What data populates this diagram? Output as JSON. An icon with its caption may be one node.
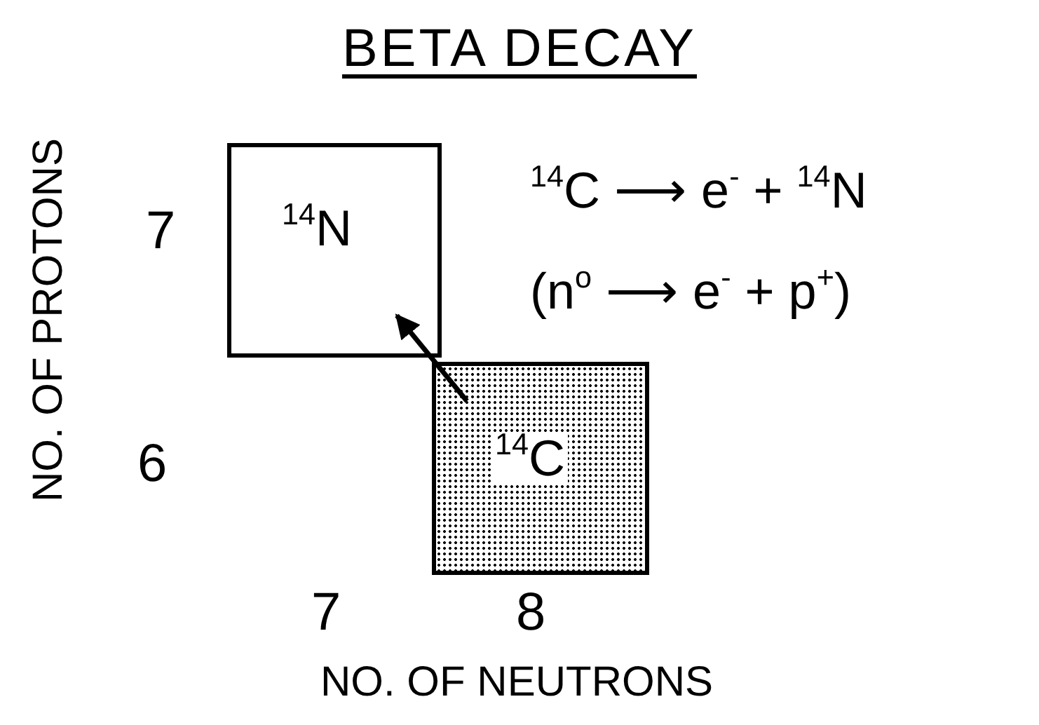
{
  "diagram": {
    "title": "BETA DECAY",
    "nodes": [
      {
        "text": [
          "$^{14}$N"
        ]
      },
      {
        "text": [
          "$^{14}$C"
        ]
      }
    ],
    "edges": [
      {
        "from": 1,
        "to": 0,
        "arrow": "to"
      }
    ],
    "labels": [
      "NO. OF PROTONS",
      "7",
      "$^{14}$C ⟶ e$^{-}$ + $^{14}$N",
      "(n$^{o}$ ⟶ e$^{-}$ + p$^{+}$)",
      "6",
      "7",
      "8",
      "NO. OF NEUTRONS"
    ]
  }
}
